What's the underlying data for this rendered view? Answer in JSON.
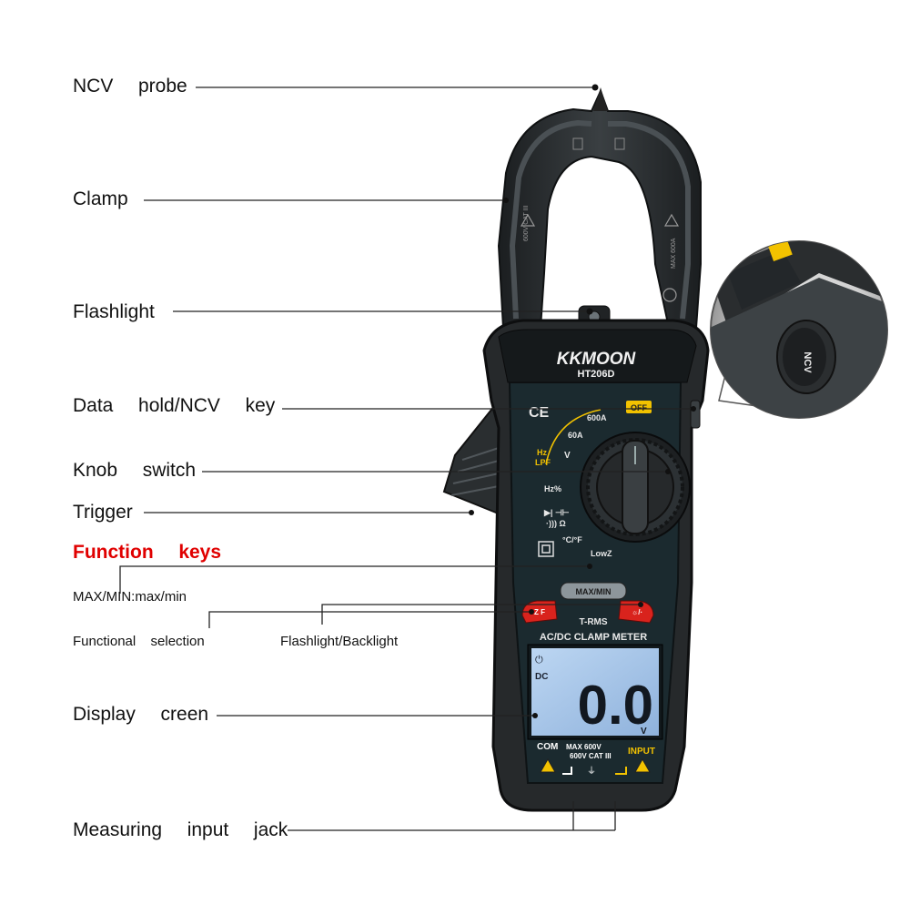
{
  "callouts": {
    "ncv_probe": "NCV  probe",
    "clamp": "Clamp",
    "flashlight": "Flashlight",
    "data_hold": "Data  hold/NCV  key",
    "knob_switch": "Knob  switch",
    "trigger": "Trigger",
    "function_keys": "Function  keys",
    "max_min": "MAX/MIN:max/min",
    "functional_selection": "Functional  selection",
    "flashlight_backlight": "Flashlight/Backlight",
    "display_screen": "Display  creen",
    "measuring_jack": "Measuring  input  jack"
  },
  "device": {
    "brand": "KKMOON",
    "model": "HT206D",
    "off_label": "OFF",
    "range_600a": "600A",
    "range_60a": "60A",
    "hz_label": "Hz",
    "lpf_label": "LPF",
    "hz_percent": "Hz%",
    "temp_label": "°C/°F",
    "lowz_label": "LowZ",
    "max_min_button": "MAX/MIN",
    "trms": "T-RMS",
    "meter_title": "AC/DC CLAMP METER",
    "lcd_reading": "0.0",
    "lcd_mode": "DC",
    "lcd_unit": "V",
    "com_label": "COM",
    "rating_line1": "MAX 600V",
    "rating_line2": "600V CAT III",
    "input_label": "INPUT",
    "jaw_rating_left": "600V CAT III",
    "jaw_rating_right": "MAX 600A",
    "ncv_inset_label": "NCV"
  },
  "colors": {
    "body": "#2b2f31",
    "panel": "#1e2a2e",
    "accent_yellow": "#f2c200",
    "accent_red": "#d9231d",
    "lcd": "#a8c6e8",
    "label_red": "#e00000"
  }
}
